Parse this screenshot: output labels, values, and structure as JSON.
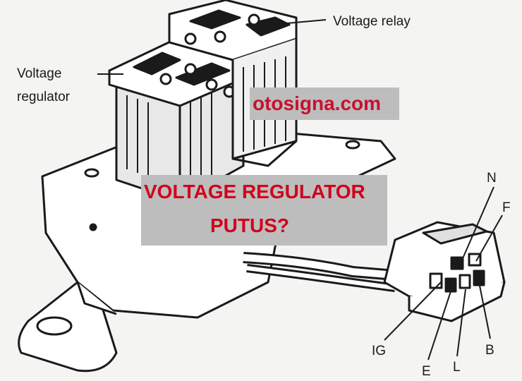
{
  "labels": {
    "voltage_relay": "Voltage relay",
    "voltage_regulator_line1": "Voltage",
    "voltage_regulator_line2": "regulator",
    "pins": {
      "n": "N",
      "f": "F",
      "ig": "IG",
      "e": "E",
      "l": "L",
      "b": "B"
    }
  },
  "overlay": {
    "site": "otosigna.com",
    "headline_line1": "VOLTAGE REGULATOR",
    "headline_line2": "PUTUS?"
  },
  "colors": {
    "ink": "#1a1a1a",
    "overlay_box": "#bdbdbd",
    "site_text": "#c8102e",
    "headline_text": "#d0021b"
  },
  "icons": [
    "voltage-regulator-device-icon",
    "wiring-connector-icon",
    "mounting-bracket-icon"
  ]
}
